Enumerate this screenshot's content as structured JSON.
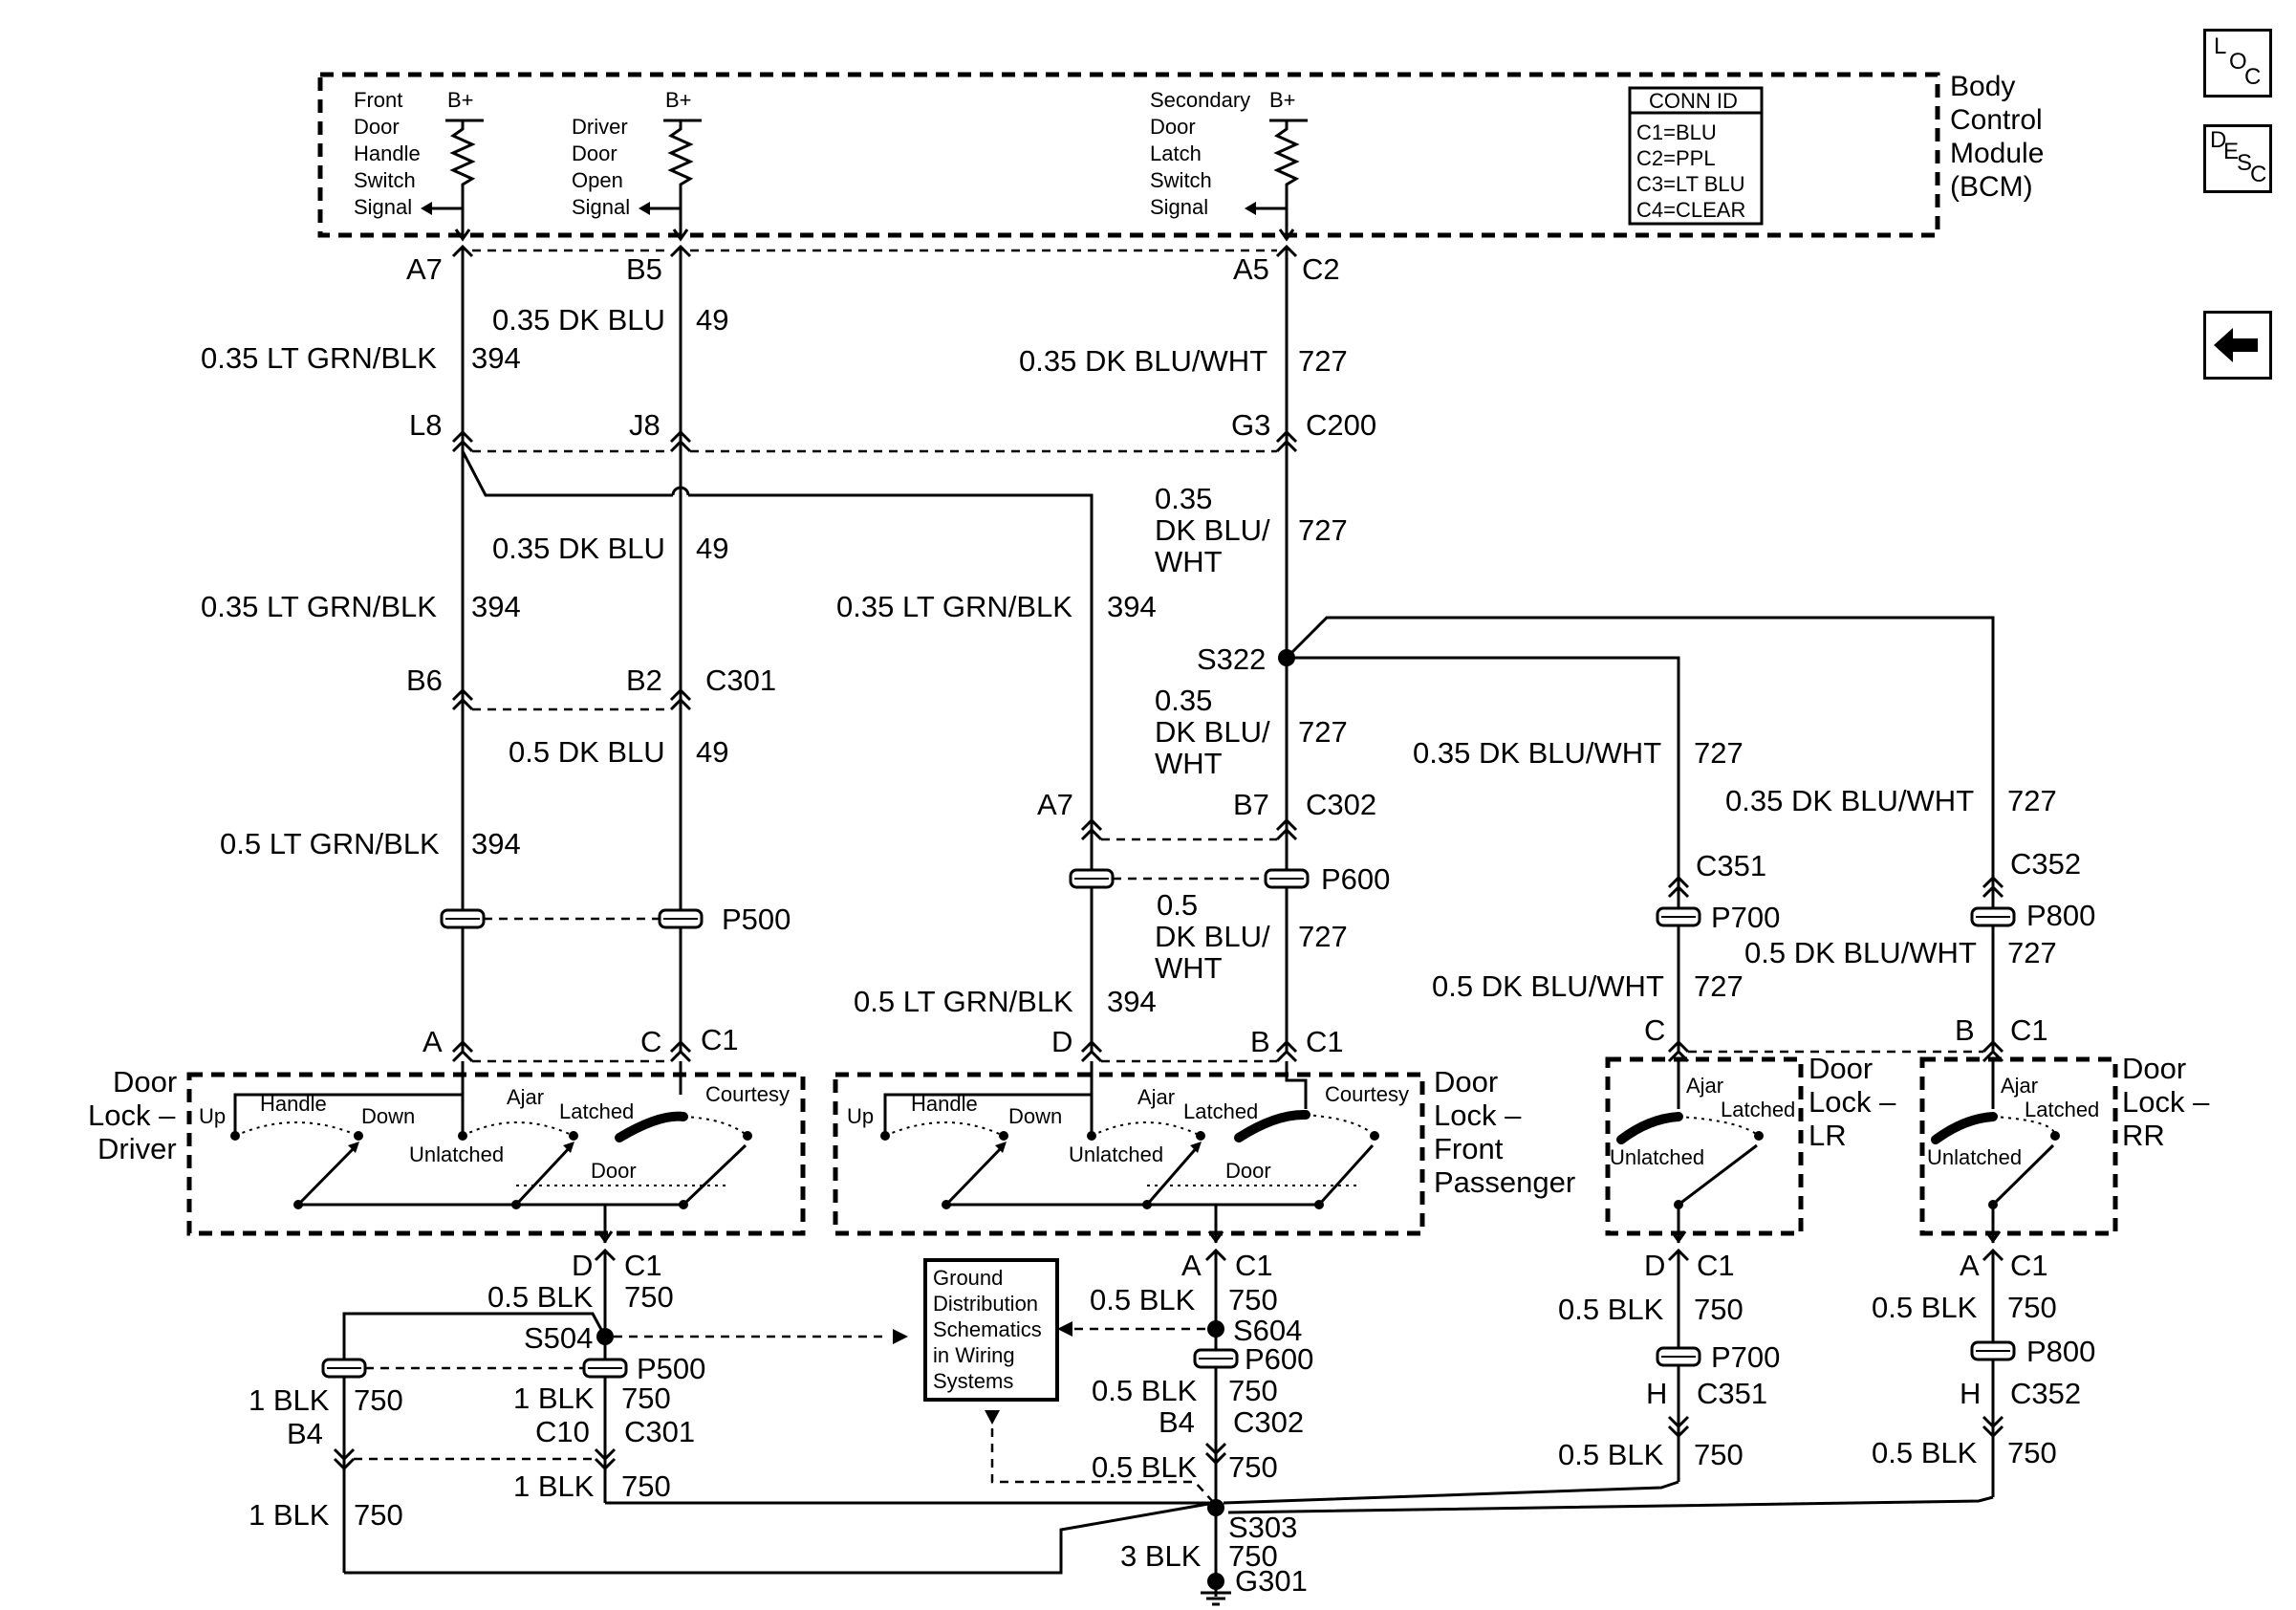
{
  "nav": {
    "loc": [
      "L",
      "O",
      "C"
    ],
    "desc": [
      "D",
      "E",
      "S",
      "C"
    ]
  },
  "bcm": {
    "title": [
      "Body",
      "Control",
      "Module",
      "(BCM)"
    ],
    "conn_id": {
      "title": "CONN ID",
      "rows": [
        "C1=BLU",
        "C2=PPL",
        "C3=LT BLU",
        "C4=CLEAR"
      ]
    },
    "inputs": [
      {
        "lines": [
          "Front",
          "Door",
          "Handle",
          "Switch",
          "Signal"
        ],
        "supply": "B+"
      },
      {
        "lines": [
          "Driver",
          "Door",
          "Open",
          "Signal"
        ],
        "supply": "B+"
      },
      {
        "lines": [
          "Secondary",
          "Door",
          "Latch",
          "Switch",
          "Signal"
        ],
        "supply": "B+"
      }
    ]
  },
  "pins": {
    "a7": "A7",
    "b5": "B5",
    "a5": "A5",
    "c2": "C2",
    "l8": "L8",
    "j8": "J8",
    "g3": "G3",
    "c200": "C200",
    "b6": "B6",
    "b2": "B2",
    "c301": "C301",
    "a7b": "A7",
    "b7": "B7",
    "c302": "C302",
    "p500": "P500",
    "p600": "P600",
    "p700": "P700",
    "p800": "P800",
    "c351": "C351",
    "c352": "C352",
    "s322": "S322",
    "a": "A",
    "c": "C",
    "c1": "C1",
    "d": "D",
    "b": "B",
    "lr_c": "C",
    "rr_b": "B"
  },
  "wires": {
    "w1": "0.35 DK BLU",
    "w1n": "49",
    "w2": "0.35 LT GRN/BLK",
    "w2n": "394",
    "w3": "0.35 DK BLU/WHT",
    "w3n": "727",
    "w4": "0.35 DK BLU",
    "w4n": "49",
    "w5": "0.35 LT GRN/BLK",
    "w5n": "394",
    "w6": [
      "0.35",
      "DK BLU/",
      "WHT"
    ],
    "w6n": "727",
    "w7": "0.35 LT GRN/BLK",
    "w7n": "394",
    "w8": "0.5 DK BLU",
    "w8n": "49",
    "w9": [
      "0.35",
      "DK BLU/",
      "WHT"
    ],
    "w9n": "727",
    "w10": "0.35 DK BLU/WHT",
    "w10n": "727",
    "w11": "0.35 DK BLU/WHT",
    "w11n": "727",
    "w12": "0.5 LT GRN/BLK",
    "w12n": "394",
    "w13": [
      "0.5",
      "DK BLU/",
      "WHT"
    ],
    "w13n": "727",
    "w14": "0.5 DK BLU/WHT",
    "w14n": "727",
    "w15": "0.5 DK BLU/WHT",
    "w15n": "727",
    "w16": "0.5 LT GRN/BLK",
    "w16n": "394"
  },
  "locks": {
    "driver": {
      "title": [
        "Door",
        "Lock –",
        "Driver"
      ],
      "up": "Up",
      "handle": "Handle",
      "down": "Down",
      "ajar": "Ajar",
      "latched": "Latched",
      "courtesy": "Courtesy",
      "unlatched": "Unlatched",
      "door": "Door"
    },
    "pass": {
      "title": [
        "Door",
        "Lock –",
        "Front",
        "Passenger"
      ],
      "up": "Up",
      "handle": "Handle",
      "down": "Down",
      "ajar": "Ajar",
      "latched": "Latched",
      "courtesy": "Courtesy",
      "unlatched": "Unlatched",
      "door": "Door"
    },
    "lr": {
      "title": [
        "Door",
        "Lock –",
        "LR"
      ],
      "ajar": "Ajar",
      "latched": "Latched",
      "unlatched": "Unlatched"
    },
    "rr": {
      "title": [
        "Door",
        "Lock –",
        "RR"
      ],
      "ajar": "Ajar",
      "latched": "Latched",
      "unlatched": "Unlatched"
    }
  },
  "ground": {
    "gd_box": [
      "Ground",
      "Distribution",
      "Schematics",
      "in Wiring",
      "Systems"
    ],
    "d": "D",
    "c1": "C1",
    "blk05": "0.5 BLK",
    "n750": "750",
    "s504": "S504",
    "p500": "P500",
    "blk1": "1 BLK",
    "b4": "B4",
    "c10": "C10",
    "c301": "C301",
    "a": "A",
    "s604": "S604",
    "p600": "P600",
    "c302": "C302",
    "s303": "S303",
    "blk3": "3 BLK",
    "g301": "G301",
    "lr_d": "D",
    "p700": "P700",
    "h": "H",
    "c351": "C351",
    "rr_a": "A",
    "p800": "P800",
    "c352": "C352"
  }
}
